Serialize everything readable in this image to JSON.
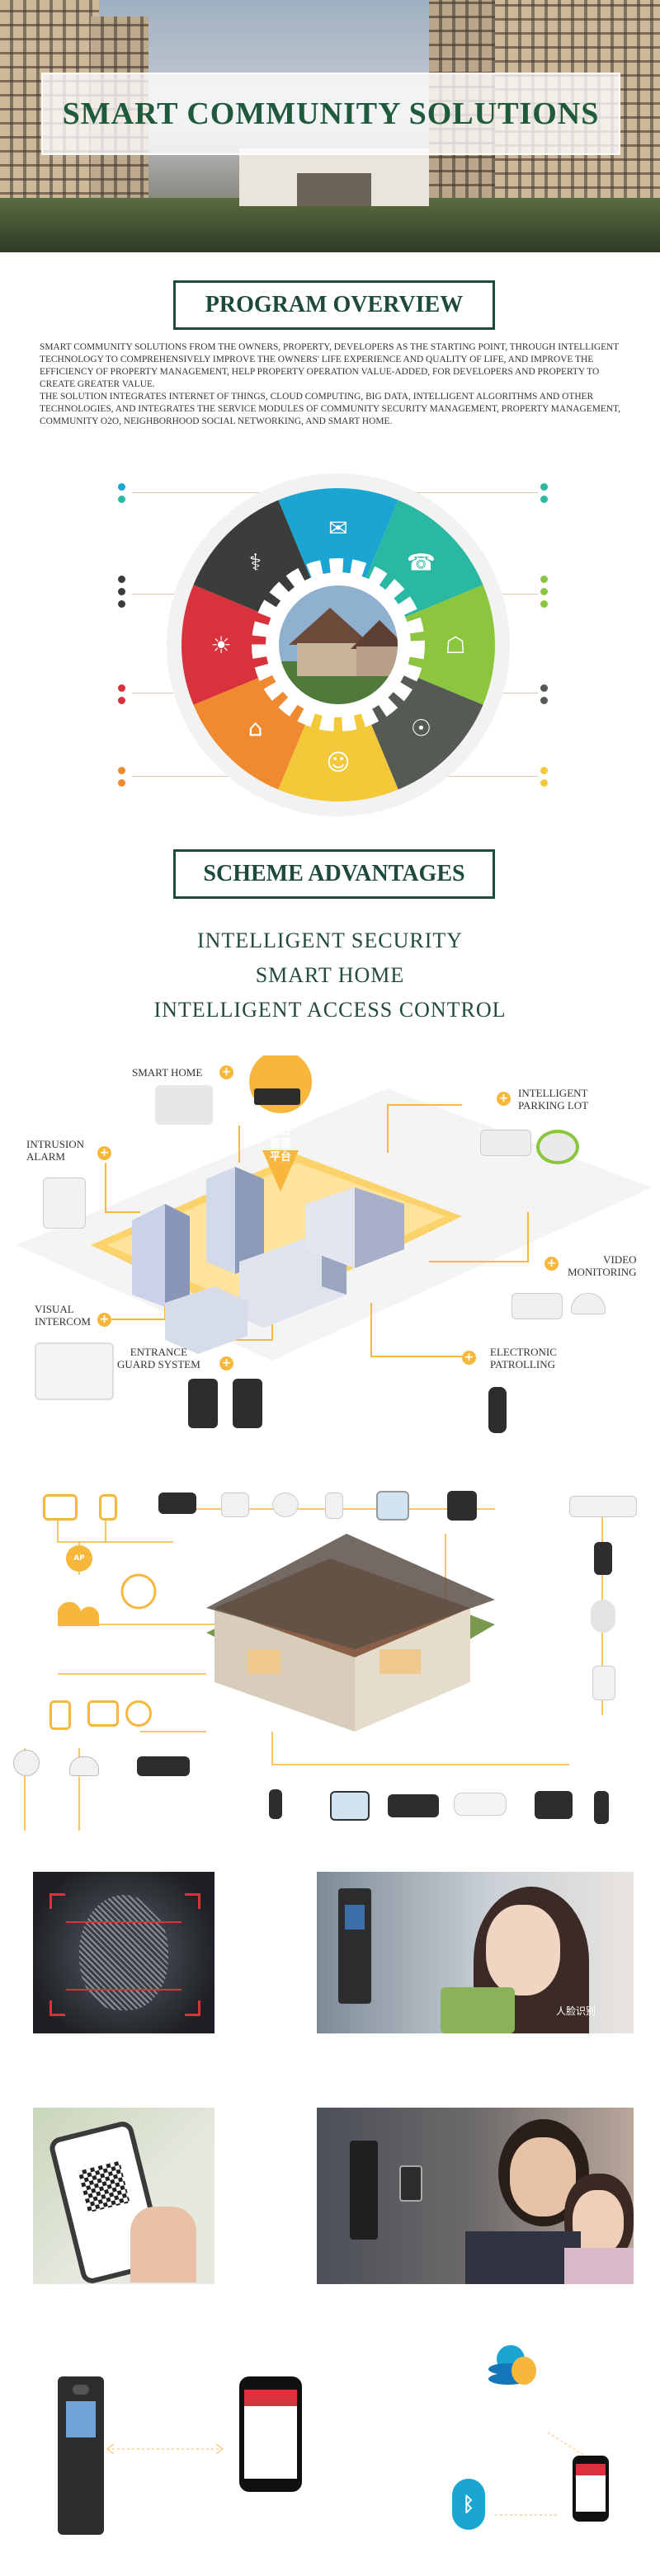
{
  "hero": {
    "title": "SMART COMMUNITY SOLUTIONS"
  },
  "overview": {
    "heading": "PROGRAM OVERVIEW",
    "paragraph_1": "SMART COMMUNITY SOLUTIONS FROM THE OWNERS, PROPERTY, DEVELOPERS AS THE STARTING POINT, THROUGH INTELLIGENT TECHNOLOGY TO COMPREHENSIVELY IMPROVE THE OWNERS' LIFE EXPERIENCE AND QUALITY OF LIFE, AND IMPROVE THE EFFICIENCY OF PROPERTY MANAGEMENT, HELP PROPERTY OPERATION VALUE-ADDED, FOR DEVELOPERS AND PROPERTY TO CREATE GREATER VALUE.",
    "paragraph_2": "THE SOLUTION INTEGRATES INTERNET OF THINGS, CLOUD COMPUTING, BIG DATA, INTELLIGENT ALGORITHMS AND OTHER TECHNOLOGIES, AND INTEGRATES THE SERVICE MODULES OF COMMUNITY SECURITY MANAGEMENT, PROPERTY MANAGEMENT, COMMUNITY O2O, NEIGHBORHOOD SOCIAL NETWORKING, AND SMART HOME."
  },
  "wheel": {
    "segments": [
      {
        "icon": "chat-bubbles-icon",
        "color": "#1aa5d2"
      },
      {
        "icon": "phone-icon",
        "color": "#2bb8a3"
      },
      {
        "icon": "shopping-basket-icon",
        "color": "#8cc63f"
      },
      {
        "icon": "paperclip-icon",
        "color": "#555a55"
      },
      {
        "icon": "face-icon",
        "color": "#f3c93a"
      },
      {
        "icon": "house-icon",
        "color": "#f08a30"
      },
      {
        "icon": "tag-icon",
        "color": "#d8323c"
      },
      {
        "icon": "handshake-icon",
        "color": "#3a3d3a"
      }
    ]
  },
  "advantages": {
    "heading": "SCHEME ADVANTAGES",
    "items": [
      "INTELLIGENT SECURITY",
      "SMART HOME",
      "INTELLIGENT ACCESS CONTROL"
    ]
  },
  "security_diagram": {
    "center_label": "综合\n管理\n平台",
    "labels": {
      "smart_home": "SMART HOME",
      "intelligent_parking": "INTELLIGENT\nPARKING LOT",
      "intrusion_alarm": "INTRUSION\nALARM",
      "video_monitoring": "VIDEO\nMONITORING",
      "visual_intercom": "VISUAL\nINTERCOM",
      "entrance_guard": "ENTRANCE\nGUARD SYSTEM",
      "electronic_patrolling": "ELECTRONIC\nPATROLLING"
    },
    "accent": "#f6b73c"
  },
  "smart_home_diagram": {
    "ap_label": "AP"
  },
  "photos": {
    "face_scan_caption": "人脸识别"
  }
}
